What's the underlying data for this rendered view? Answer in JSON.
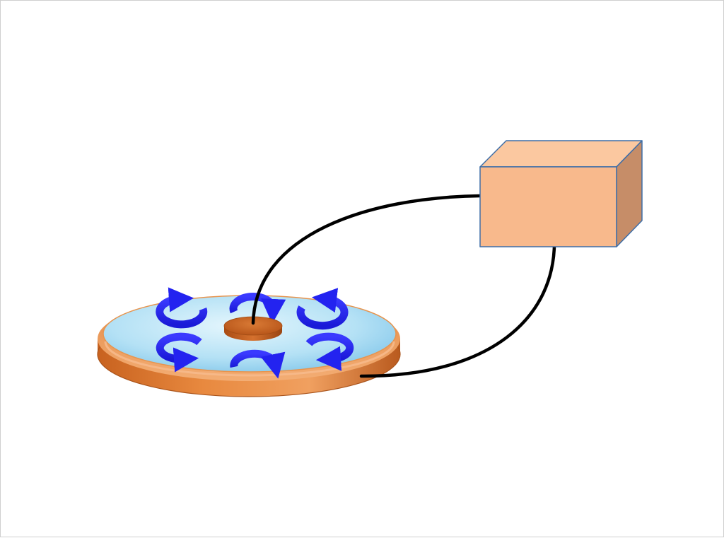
{
  "diagram": {
    "colors": {
      "background": "#ffffff",
      "dish_rim_light": "#f2a466",
      "dish_rim_mid": "#e07b2c",
      "dish_rim_dark": "#b5531a",
      "liquid_light": "#d8f1fc",
      "liquid_dark": "#86c9ea",
      "arrow": "#2323f0",
      "arrow_dark": "#1717c8",
      "electrode_top": "#c45f1f",
      "electrode_side": "#9a4512",
      "box_front": "#f8b98c",
      "box_top": "#fbc8a0",
      "box_side": "#c68d68",
      "box_stroke": "#3d6ea8",
      "wire": "#000000"
    },
    "components": [
      "petri-dish",
      "liquid",
      "center-electrode",
      "circulation-arrows",
      "power-supply-box",
      "wire-to-electrode",
      "wire-to-rim"
    ],
    "circulation_arrow_count": 6
  }
}
